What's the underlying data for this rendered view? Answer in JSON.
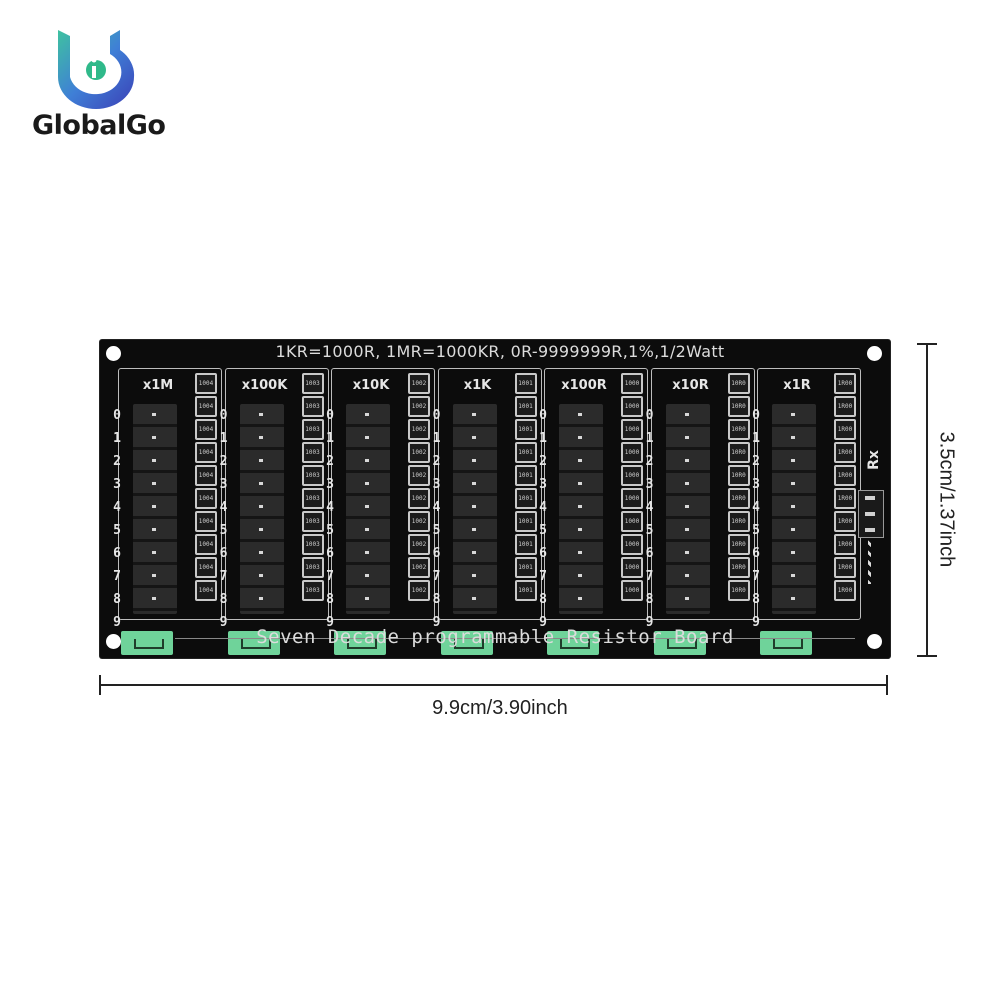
{
  "logo": {
    "brand": "GlobalGo",
    "icon": "globalgo-logo-icon"
  },
  "board": {
    "top_text": "1KR=1000R,  1MR=1000KR,  0R-9999999R,1%,1/2Watt",
    "bottom_text": "Seven Decade programmable Resistor Board",
    "rx_label": "Rx",
    "digits": [
      "0",
      "1",
      "2",
      "3",
      "4",
      "5",
      "6",
      "7",
      "8",
      "9"
    ],
    "decades": [
      {
        "label": "x1M",
        "res": "1004"
      },
      {
        "label": "x100K",
        "res": "1003"
      },
      {
        "label": "x10K",
        "res": "1002"
      },
      {
        "label": "x1K",
        "res": "1001"
      },
      {
        "label": "x100R",
        "res": "1000"
      },
      {
        "label": "x10R",
        "res": "10R0"
      },
      {
        "label": "x1R",
        "res": "1R00"
      }
    ]
  },
  "dimensions": {
    "width": "9.9cm/3.90inch",
    "height": "3.5cm/1.37inch"
  }
}
